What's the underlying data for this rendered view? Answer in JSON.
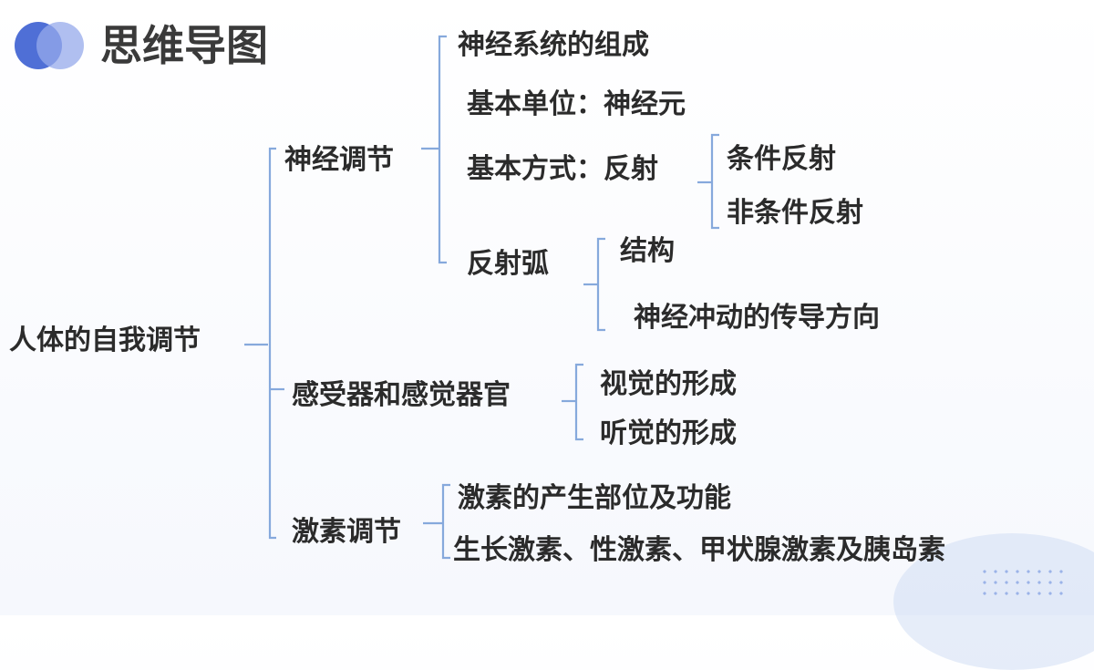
{
  "header": {
    "title": "思维导图"
  },
  "mindmap": {
    "root": "人体的自我调节",
    "neural": {
      "label": "神经调节",
      "composition": "神经系统的组成",
      "unit": "基本单位：神经元",
      "mode": "基本方式：反射",
      "conditioned": "条件反射",
      "unconditioned": "非条件反射",
      "arc": "反射弧",
      "structure": "结构",
      "direction": "神经冲动的传导方向"
    },
    "sense": {
      "label": "感受器和感觉器官",
      "vision": "视觉的形成",
      "hearing": "听觉的形成"
    },
    "hormone": {
      "label": "激素调节",
      "origin": "激素的产生部位及功能",
      "types": "生长激素、性激素、甲状腺激素及胰岛素"
    }
  },
  "colors": {
    "line": "#86a9dc",
    "accent": "#4f6fd6",
    "text": "#2b2b2b"
  }
}
